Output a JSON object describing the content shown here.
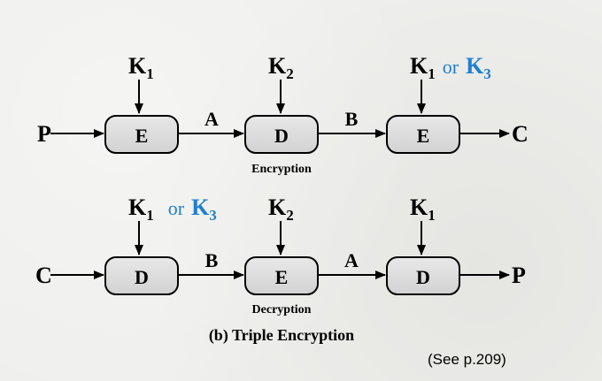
{
  "encryption": {
    "input": "P",
    "output": "C",
    "key_labels": [
      {
        "main": "K",
        "sub": "1",
        "or": "",
        "alt_main": "",
        "alt_sub": ""
      },
      {
        "main": "K",
        "sub": "2",
        "or": "",
        "alt_main": "",
        "alt_sub": ""
      },
      {
        "main": "K",
        "sub": "1",
        "or": "or",
        "alt_main": "K",
        "alt_sub": "3"
      }
    ],
    "boxes": [
      "E",
      "D",
      "E"
    ],
    "links": [
      "A",
      "B"
    ],
    "caption": "Encryption"
  },
  "decryption": {
    "input": "C",
    "output": "P",
    "key_labels": [
      {
        "main": "K",
        "sub": "1",
        "or": "or",
        "alt_main": "K",
        "alt_sub": "3"
      },
      {
        "main": "K",
        "sub": "2",
        "or": "",
        "alt_main": "",
        "alt_sub": ""
      },
      {
        "main": "K",
        "sub": "1",
        "or": "",
        "alt_main": "",
        "alt_sub": ""
      }
    ],
    "boxes": [
      "D",
      "E",
      "D"
    ],
    "links": [
      "B",
      "A"
    ],
    "caption": "Decryption"
  },
  "figure_caption": "(b) Triple Encryption",
  "page_ref": "(See p.209)",
  "colors": {
    "box_fill": "#dcdcdc",
    "stroke": "#000000",
    "key_alt": "#1f7fd0"
  }
}
